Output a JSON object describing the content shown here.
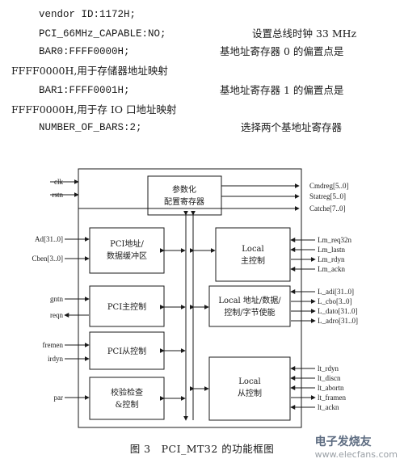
{
  "text_lines": {
    "l1": "vendor ID:1172H;",
    "l2a": "PCI_66MHz_CAPABLE:NO;",
    "l2b": "设置总线时钟 33 MHz",
    "l3a": "BAR0:FFFF0000H;",
    "l3b": "基地址寄存器 0 的偏置点是",
    "l4": "FFFF0000H,用于存储器地址映射",
    "l5a": "BAR1:FFFF0001H;",
    "l5b": "基地址寄存器 1 的偏置点是",
    "l6": "FFFF0000H,用于存 IO 口地址映射",
    "l7a": "NUMBER_OF_BARS:2;",
    "l7b": "选择两个基地址寄存器"
  },
  "diagram": {
    "blocks": {
      "param_reg": [
        "参数化",
        "配置寄存器"
      ],
      "pci_addr": [
        "PCI地址/",
        "数据缓冲区"
      ],
      "local_master": [
        "Local",
        "主控制"
      ],
      "pci_master": [
        "PCI主控制"
      ],
      "local_addr": [
        "Local 地址/数据/",
        "控制/字节使能"
      ],
      "pci_slave": [
        "PCI从控制"
      ],
      "parity": [
        "校验检查",
        "&控制"
      ],
      "local_slave": [
        "Local",
        "从控制"
      ]
    },
    "left_signals": {
      "clk": "clk",
      "rstn": "rstn",
      "ad": "Ad[31..0]",
      "cben": "Cben[3..0]",
      "gntn": "gntn",
      "reqn": "reqn",
      "fremen": "fremen",
      "irdyn": "irdyn",
      "par": "par"
    },
    "right_signals": {
      "cmdreg": "Cmdreg[5..0]",
      "statreg": "Statreg[5..0]",
      "catche": "Catche[7..0]",
      "lm_req": "Lm_req32n",
      "lm_last": "Lm_lastn",
      "lm_rdyn": "Lm_rdyn",
      "lm_ack": "Lm_ackn",
      "l_adi": "L_adi[31..0]",
      "l_cbo": "L_cbo[3..0]",
      "l_dato": "L_dato[31..0]",
      "l_adro": "L_adro[31..0]",
      "lt_rdyn": "lt_rdyn",
      "lt_discn": "lt_discn",
      "lt_abortn": "lt_abortn",
      "lt_framen": "lt_framen",
      "lt_ackn": "lt_ackn"
    }
  },
  "caption": "图 3　PCI_MT32 的功能框图",
  "watermark": {
    "brand": "电子发烧友",
    "url": "www.elecfans.com"
  }
}
